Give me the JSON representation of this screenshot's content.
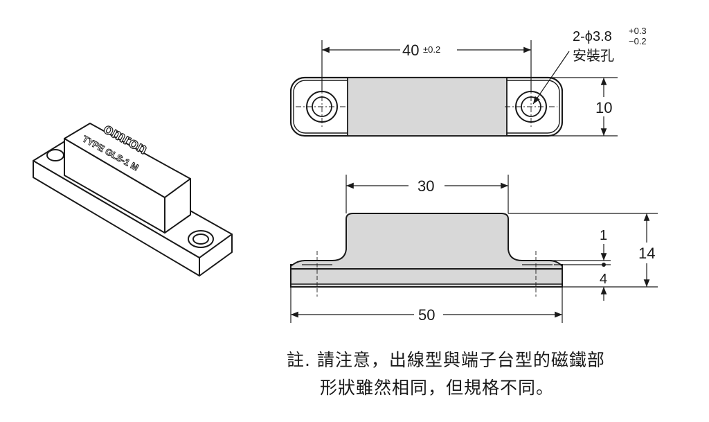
{
  "dimensions": {
    "top_view_width": "40",
    "top_view_width_tol": "±0.2",
    "hole_spec": "2-ϕ3.8",
    "hole_tol_upper": "+0.3",
    "hole_tol_lower": "−0.2",
    "hole_label": "安裝孔",
    "top_view_height": "10",
    "body_width": "30",
    "overall_height": "14",
    "flange_step": "1",
    "base_thickness": "4",
    "overall_length": "50"
  },
  "product_marking": {
    "brand": "omron",
    "model": "TYPE GLS-1 M"
  },
  "note": {
    "line1": "註. 請注意，出線型與端子台型的磁鐵部",
    "line2": "形狀雖然相同，但規格不同。"
  }
}
